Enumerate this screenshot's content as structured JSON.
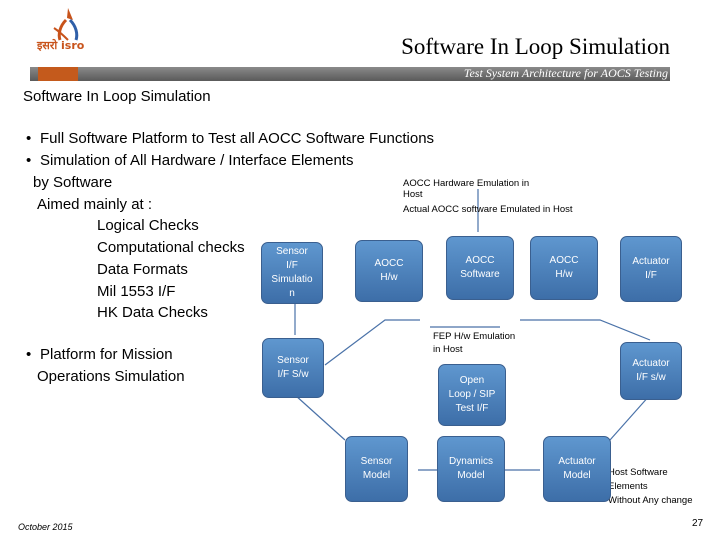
{
  "header": {
    "title": "Software In Loop Simulation",
    "subtitle": "Test System Architecture for AOCS Testing",
    "logo_text": "इसरो isro"
  },
  "slide": {
    "subtitle": "Software In Loop Simulation",
    "bullets": [
      "Full Software Platform to Test all AOCC Software Functions",
      "Simulation of All Hardware / Interface Elements"
    ],
    "lines": [
      "by Software",
      "Aimed mainly at :"
    ],
    "checks": [
      "Logical Checks",
      "Computational checks",
      "Data Formats",
      "Mil 1553 I/F",
      "HK Data Checks"
    ],
    "mission_bullet_1": "Platform for Mission",
    "mission_bullet_2": "Operations Simulation"
  },
  "diagram": {
    "label_aocc_hw_emulation": "AOCC Hardware Emulation in\nHost",
    "label_actual_sw": "Actual AOCC software Emulated in Host",
    "label_fep": "FEP H/w Emulation\nin Host",
    "label_host_sw": "Host Software\nElements\nWithout Any change",
    "boxes": {
      "sensor_sim": "Sensor\nI/F\nSimulatio\nn",
      "aocc_hw_left": "AOCC\nH/w",
      "aocc_sw": "AOCC\nSoftware",
      "aocc_hw_right": "AOCC\nH/w",
      "actuator_if": "Actuator\nI/F",
      "sensor_if_sw": "Sensor\nI/F S/w",
      "open_loop": "Open\nLoop / SIP\nTest I/F",
      "actuator_if_sw": "Actuator\nI/F s/w",
      "sensor_model": "Sensor\nModel",
      "dynamics_model": "Dynamics\nModel",
      "actuator_model": "Actuator\nModel"
    }
  },
  "footer": {
    "date": "October 2015",
    "page": "27"
  },
  "colors": {
    "box_fill": "#4f86c1",
    "accent_orange": "#c45a1c",
    "band_gray": "#6e6e6e"
  }
}
